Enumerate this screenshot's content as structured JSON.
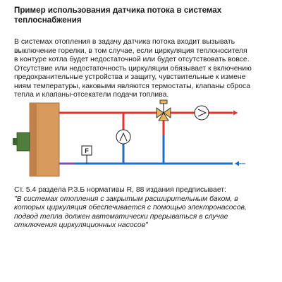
{
  "heading": {
    "line1": "Пример использования датчика потока в системах",
    "line2": "теплоснабжения"
  },
  "intro_lines": [
    "В системах отопления в задачу датчика потока входит вызывать",
    "выключение горелки, в том случае, если циркуляция теплоносителя",
    "в контуре котла будет недостаточной или будет отсутствовать вовсе.",
    "Отсутствие или недостаточность циркуляции обязывает к включению",
    "предохранительные устройства и защиту, чувствительные к измене",
    "ниям температуры, каковыми являются термостаты, клапаны сброса",
    "тепла и клапаны-отсекатели подачи топлива."
  ],
  "diagram": {
    "flow_sensor_label": "F",
    "colors": {
      "supply": "#e4332e",
      "return": "#1c6fc6",
      "boiler_body": "#d79a5c",
      "boiler_burner": "#4f7d3c",
      "valve": "#e8b35a"
    }
  },
  "norm": {
    "intro": "Ст. 5.4 раздела Р.З.Б нормативы R, 88 издания предписывает:",
    "quote_lines": [
      "\"В системах отопления с закрытым расширительным баком, в",
      "которых циркуляция обеспечивается с помощью электронасосов,",
      "подвод тепла должен автоматически прерываться в случае",
      "отключения циркуляционных насосов\""
    ]
  }
}
